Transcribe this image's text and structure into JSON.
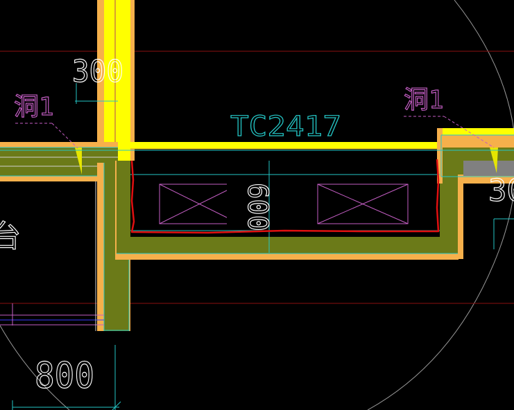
{
  "labels": {
    "window_tag": "TC2417",
    "opening_left": "洞1",
    "opening_right": "洞1",
    "dim_top_left": "300",
    "dim_right_partial": "30",
    "dim_bottom": "800",
    "dim_vertical": "600",
    "room_char_partial": "台"
  },
  "colors": {
    "background": "#000000",
    "wall_fill": "#6b7a18",
    "wall_outline": "#f6b04b",
    "yellow": "#ffff00",
    "red": "#e01010",
    "cyan": "#24c6c6",
    "magenta": "#c45ec4",
    "guide_line": "#8b0f0f",
    "white": "#ffffff"
  }
}
